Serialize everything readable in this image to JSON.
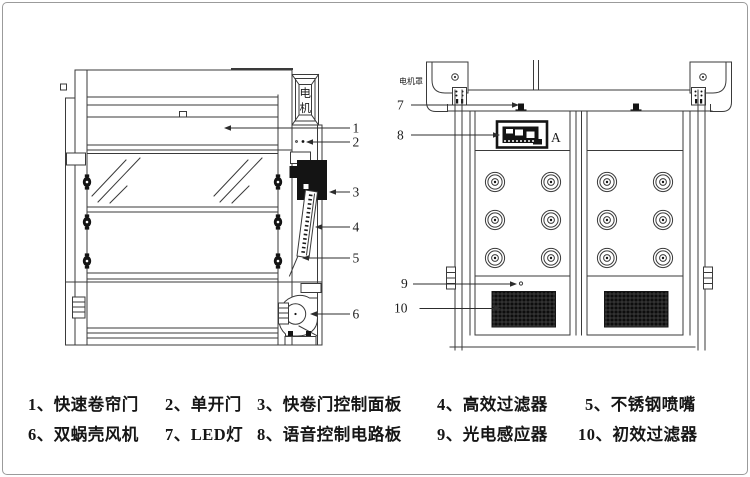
{
  "figure": {
    "motor_box": {
      "line1": "电",
      "line2": "机"
    },
    "motor_cover_label": "电机罩",
    "point_a_label": "A"
  },
  "callouts": {
    "front": [
      "1",
      "2",
      "3",
      "4",
      "5",
      "6"
    ],
    "interior": [
      "7",
      "8",
      "9",
      "10"
    ]
  },
  "legend": {
    "items": [
      {
        "label": "1、快速卷帘门"
      },
      {
        "label": "2、单开门"
      },
      {
        "label": "3、快卷门控制面板"
      },
      {
        "label": "4、高效过滤器"
      },
      {
        "label": "5、不锈钢喷嘴"
      },
      {
        "label": "6、双蜗壳风机"
      },
      {
        "label": "7、LED灯"
      },
      {
        "label": "8、语音控制电路板"
      },
      {
        "label": "9、光电感应器"
      },
      {
        "label": "10、初效过滤器"
      }
    ]
  },
  "colors": {
    "line": "#3a3a3a",
    "ink": "#141414",
    "border": "#9b9b9b",
    "background": "#ffffff"
  }
}
